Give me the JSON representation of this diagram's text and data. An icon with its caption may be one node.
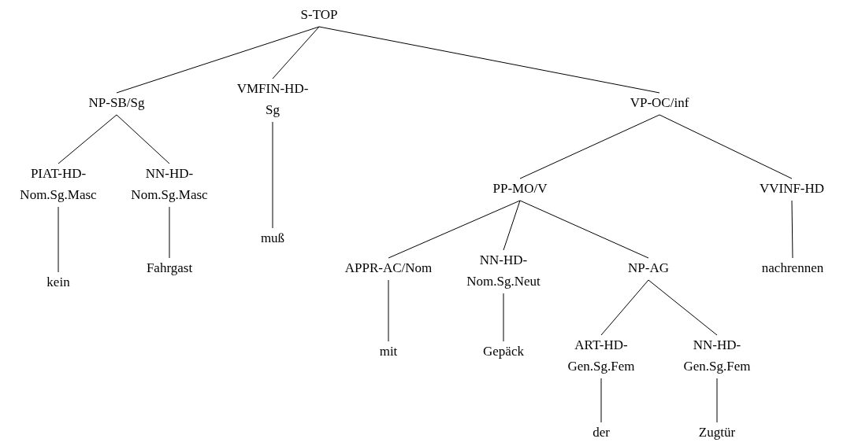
{
  "diagram": {
    "nodes": [
      {
        "text": [
          "S-TOP"
        ]
      },
      {
        "text": [
          "NP-SB/Sg"
        ]
      },
      {
        "text": [
          "VMFIN-HD- Sg"
        ]
      },
      {
        "text": [
          "VP-OC/inf"
        ]
      },
      {
        "text": [
          "PIAT-HD- Nom.Sg.Masc"
        ]
      },
      {
        "text": [
          "NN-HD- Nom.Sg.Masc"
        ]
      },
      {
        "text": [
          "muß"
        ]
      },
      {
        "text": [
          "PP-MO/V"
        ]
      },
      {
        "text": [
          "VVINF-HD"
        ]
      },
      {
        "text": [
          "kein"
        ]
      },
      {
        "text": [
          "Fahrgast"
        ]
      },
      {
        "text": [
          "APPR-AC/Nom"
        ]
      },
      {
        "text": [
          "NN-HD- Nom.Sg.Neut"
        ]
      },
      {
        "text": [
          "NP-AG"
        ]
      },
      {
        "text": [
          "nachrennen"
        ]
      },
      {
        "text": [
          "mit"
        ]
      },
      {
        "text": [
          "Gepäck"
        ]
      },
      {
        "text": [
          "ART-HD- Gen.Sg.Fem"
        ]
      },
      {
        "text": [
          "NN-HD- Gen.Sg.Fem"
        ]
      },
      {
        "text": [
          "der"
        ]
      },
      {
        "text": [
          "Zugtür"
        ]
      }
    ],
    "edges": [
      {
        "from": 0,
        "to": 1,
        "arrow": "none"
      },
      {
        "from": 0,
        "to": 2,
        "arrow": "none"
      },
      {
        "from": 0,
        "to": 3,
        "arrow": "none"
      },
      {
        "from": 1,
        "to": 4,
        "arrow": "none"
      },
      {
        "from": 1,
        "to": 5,
        "arrow": "none"
      },
      {
        "from": 2,
        "to": 6,
        "arrow": "none"
      },
      {
        "from": 3,
        "to": 7,
        "arrow": "none"
      },
      {
        "from": 3,
        "to": 8,
        "arrow": "none"
      },
      {
        "from": 4,
        "to": 9,
        "arrow": "none"
      },
      {
        "from": 5,
        "to": 10,
        "arrow": "none"
      },
      {
        "from": 7,
        "to": 11,
        "arrow": "none"
      },
      {
        "from": 7,
        "to": 12,
        "arrow": "none"
      },
      {
        "from": 7,
        "to": 13,
        "arrow": "none"
      },
      {
        "from": 8,
        "to": 14,
        "arrow": "none"
      },
      {
        "from": 11,
        "to": 15,
        "arrow": "none"
      },
      {
        "from": 12,
        "to": 16,
        "arrow": "none"
      },
      {
        "from": 13,
        "to": 17,
        "arrow": "none"
      },
      {
        "from": 13,
        "to": 18,
        "arrow": "none"
      },
      {
        "from": 17,
        "to": 19,
        "arrow": "none"
      },
      {
        "from": 18,
        "to": 20,
        "arrow": "none"
      }
    ]
  }
}
